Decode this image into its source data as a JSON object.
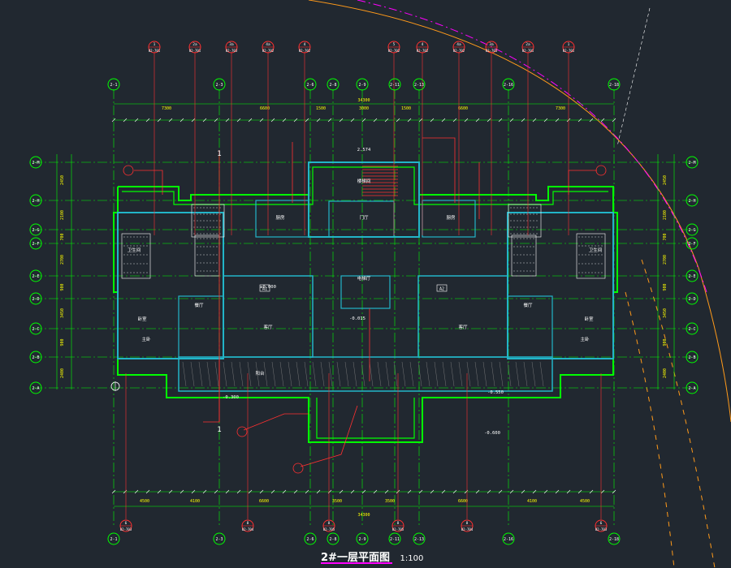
{
  "drawing": {
    "title": "2#一层平面图",
    "scale": "1:100",
    "colors": {
      "background": "#212830",
      "axis": "#00ff00",
      "wall": "#22b5c8",
      "red": "#ff3030",
      "yellow": "#ffff00",
      "white": "#ffffff",
      "orange": "#ff9a1a",
      "magenta": "#ff00ff"
    },
    "top_axes": [
      "2-1",
      "2-3",
      "2-6",
      "2-8",
      "2-9",
      "2-11",
      "2-13",
      "2-16",
      "2-18"
    ],
    "bottom_axes": [
      "2-1",
      "2-3",
      "2-6",
      "2-8",
      "2-9",
      "2-11",
      "2-13",
      "2-16",
      "2-18"
    ],
    "left_axes": [
      "2-M",
      "2-H",
      "2-G",
      "2-F",
      "2-E",
      "2-D",
      "2-C",
      "2-B",
      "2-A"
    ],
    "right_axes": [
      "2-M",
      "2-H",
      "2-G",
      "2-F",
      "2-E",
      "2-D",
      "2-C",
      "2-B",
      "2-A"
    ],
    "top_details": [
      {
        "n": "1",
        "ref": "02-701"
      },
      {
        "n": "2a",
        "ref": "02-701"
      },
      {
        "n": "3a",
        "ref": "02-703"
      },
      {
        "n": "4a",
        "ref": "02-702"
      },
      {
        "n": "4",
        "ref": "02-702"
      },
      {
        "n": "5",
        "ref": "02-702"
      },
      {
        "n": "4",
        "ref": "02-702"
      },
      {
        "n": "4a",
        "ref": "02-702"
      },
      {
        "n": "3a",
        "ref": "02-703"
      },
      {
        "n": "2a",
        "ref": "02-701"
      },
      {
        "n": "1",
        "ref": "02-701"
      }
    ],
    "bottom_details": [
      {
        "n": "6",
        "ref": "02-703"
      },
      {
        "n": "8",
        "ref": "02-704"
      },
      {
        "n": "8",
        "ref": "02-705"
      },
      {
        "n": "8",
        "ref": "02-705"
      },
      {
        "n": "8",
        "ref": "02-704"
      },
      {
        "n": "6",
        "ref": "02-703"
      }
    ],
    "top_total": "34300",
    "bottom_total": "34300",
    "top_dims": [
      "7300",
      "6600",
      "1500",
      "3000",
      "1500",
      "6600",
      "7300"
    ],
    "bottom_dims": [
      "4500",
      "4100",
      "6600",
      "3500",
      "3500",
      "6600",
      "4100",
      "4500"
    ],
    "left_dims": [
      "2450",
      "2100",
      "700",
      "2700",
      "900",
      "3450",
      "900",
      "2400"
    ],
    "right_dims": [
      "2450",
      "2100",
      "700",
      "2700",
      "900",
      "3450",
      "900",
      "2400"
    ],
    "levels": [
      "±0.000",
      "-0.015",
      "-0.550",
      "-0.300",
      "-0.600",
      "2.574"
    ],
    "room_labels": [
      "客厅",
      "卧室",
      "厨房",
      "卫生间",
      "餐厅",
      "门厅",
      "电梯厅",
      "楼梯间",
      "主卧",
      "阳台"
    ],
    "units": [
      "A1",
      "A2"
    ],
    "section_marks": [
      "1",
      "1"
    ]
  }
}
